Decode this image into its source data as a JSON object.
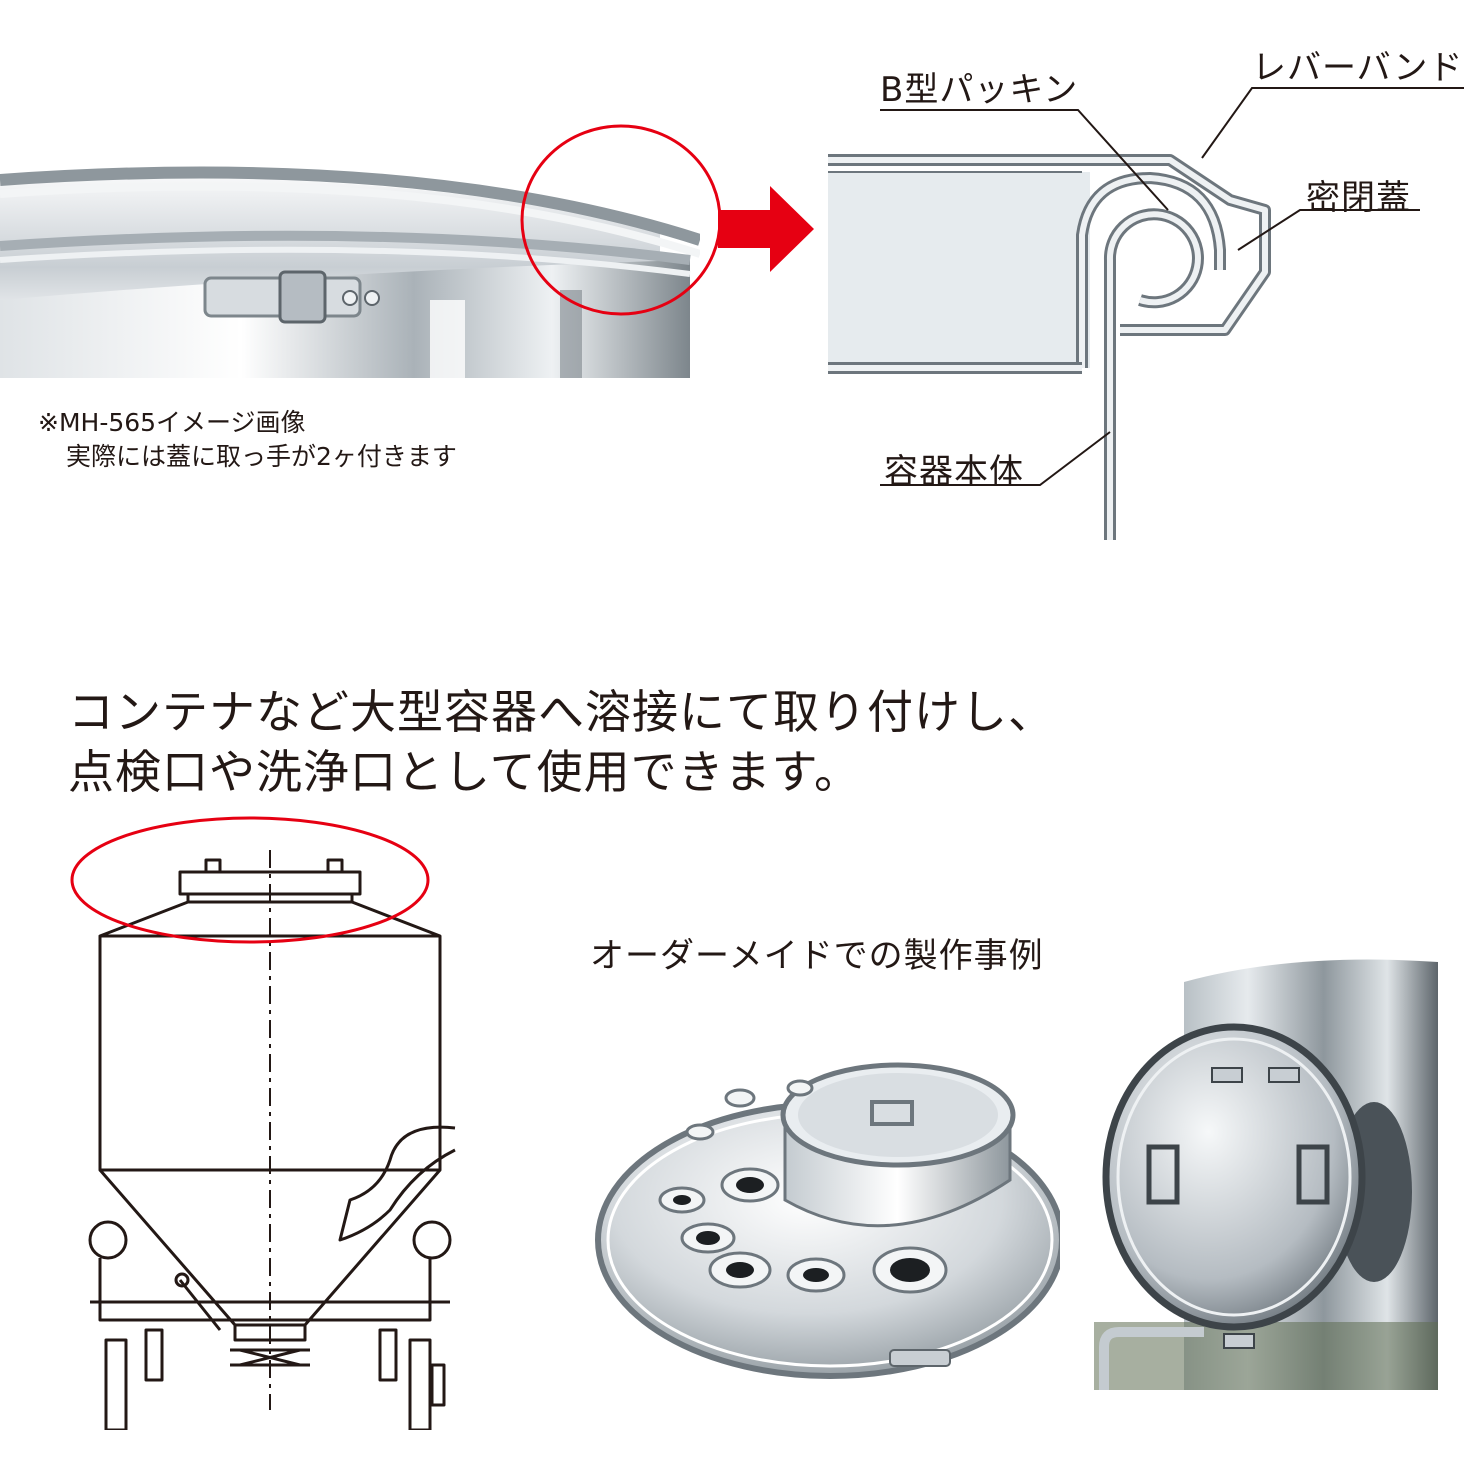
{
  "note": {
    "line1": "※MH-565イメージ画像",
    "line2": "実際には蓋に取っ手が2ヶ付きます"
  },
  "diagram": {
    "labels": {
      "gasket": "B型パッキン",
      "lever_band": "レバーバンド",
      "lid": "密閉蓋",
      "body": "容器本体"
    }
  },
  "headline": {
    "line1": "コンテナなど大型容器へ溶接にて取り付けし、",
    "line2": "点検口や洗浄口として使用できます。"
  },
  "examples": {
    "caption": "オーダーメイドでの製作事例"
  },
  "colors": {
    "highlight_red": "#e60012",
    "line": "#231815",
    "steel_light": "#eef1f3",
    "steel_mid": "#b9c0c6",
    "steel_dark": "#6d767d"
  }
}
